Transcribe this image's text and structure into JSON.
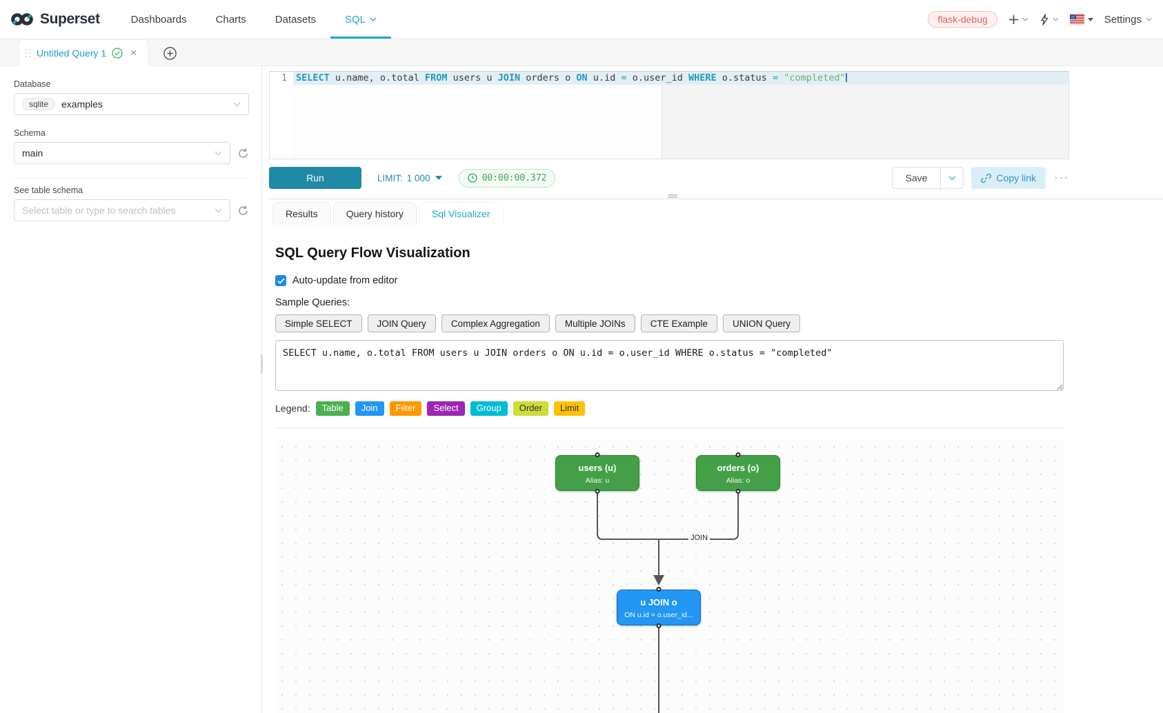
{
  "navbar": {
    "brand": "Superset",
    "items": [
      "Dashboards",
      "Charts",
      "Datasets",
      "SQL"
    ],
    "active_item": "SQL",
    "env_badge": "flask-debug",
    "settings_label": "Settings"
  },
  "tabstrip": {
    "active_tab_title": "Untitled Query 1"
  },
  "sidebar": {
    "database_label": "Database",
    "database_engine": "sqlite",
    "database_value": "examples",
    "schema_label": "Schema",
    "schema_value": "main",
    "table_label": "See table schema",
    "table_placeholder": "Select table or type to search tables"
  },
  "editor": {
    "line_number": "1",
    "tokens": [
      {
        "t": "kw",
        "v": "SELECT"
      },
      {
        "t": "txt",
        "v": " u.name, o.total "
      },
      {
        "t": "kw",
        "v": "FROM"
      },
      {
        "t": "txt",
        "v": " users u "
      },
      {
        "t": "kw",
        "v": "JOIN"
      },
      {
        "t": "txt",
        "v": " orders o "
      },
      {
        "t": "kw",
        "v": "ON"
      },
      {
        "t": "txt",
        "v": " u.id "
      },
      {
        "t": "op",
        "v": "="
      },
      {
        "t": "txt",
        "v": " o.user_id "
      },
      {
        "t": "kw",
        "v": "WHERE"
      },
      {
        "t": "txt",
        "v": " o.status "
      },
      {
        "t": "op",
        "v": "="
      },
      {
        "t": "str",
        "v": " \"completed\""
      }
    ]
  },
  "toolbar": {
    "run_label": "Run",
    "limit_label": "LIMIT:",
    "limit_value": "1 000",
    "timer": "00:00:00.372",
    "save_label": "Save",
    "copy_link_label": "Copy link"
  },
  "result_tabs": [
    "Results",
    "Query history",
    "Sql Visualizer"
  ],
  "visualizer": {
    "title": "SQL Query Flow Visualization",
    "auto_update_label": "Auto-update from editor",
    "auto_update_checked": true,
    "sample_queries_label": "Sample Queries:",
    "sample_queries": [
      "Simple SELECT",
      "JOIN Query",
      "Complex Aggregation",
      "Multiple JOINs",
      "CTE Example",
      "UNION Query"
    ],
    "sql_input": "SELECT u.name, o.total FROM users u JOIN orders o ON u.id = o.user_id WHERE o.status = \"completed\"",
    "legend_label": "Legend:",
    "legend": [
      {
        "label": "Table",
        "bg": "#4CAF50",
        "fg": "#ffffff"
      },
      {
        "label": "Join",
        "bg": "#2196F3",
        "fg": "#ffffff"
      },
      {
        "label": "Filter",
        "bg": "#FF9800",
        "fg": "#ffffff"
      },
      {
        "label": "Select",
        "bg": "#9C27B0",
        "fg": "#ffffff"
      },
      {
        "label": "Group",
        "bg": "#00BCD4",
        "fg": "#ffffff"
      },
      {
        "label": "Order",
        "bg": "#CDDC39",
        "fg": "#333333"
      },
      {
        "label": "Limit",
        "bg": "#FFC107",
        "fg": "#333333"
      }
    ],
    "flow": {
      "nodes": [
        {
          "title": "users (u)",
          "subtitle": "Alias: u"
        },
        {
          "title": "orders (o)",
          "subtitle": "Alias: o"
        },
        {
          "title": "u JOIN o",
          "subtitle": "ON u.id = o.user_id..."
        }
      ],
      "edge_label": "JOIN"
    }
  }
}
